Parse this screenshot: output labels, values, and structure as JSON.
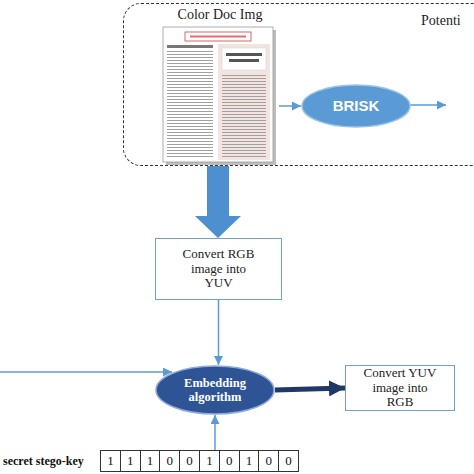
{
  "diagram": {
    "nodes": [
      {
        "text": [
          "Potenti"
        ]
      },
      {
        "text": [
          "Color Doc Img"
        ],
        "in": 0
      },
      {
        "text": [
          "BRISK"
        ],
        "in": 0
      },
      {
        "text": [
          "Convert RGB image into YUV"
        ]
      },
      {
        "text": [
          "Embedding algorithm"
        ]
      },
      {
        "text": [
          "Convert YUV image into RGB"
        ]
      },
      {
        "text": [
          "secret stego-key"
        ]
      },
      {
        "text": [
          "1"
        ],
        "in": 6
      },
      {
        "text": [
          "1"
        ],
        "in": 6
      },
      {
        "text": [
          "1"
        ],
        "in": 6
      },
      {
        "text": [
          "0"
        ],
        "in": 6
      },
      {
        "text": [
          "0"
        ],
        "in": 6
      },
      {
        "text": [
          "1"
        ],
        "in": 6
      },
      {
        "text": [
          "0"
        ],
        "in": 6
      },
      {
        "text": [
          "1"
        ],
        "in": 6
      },
      {
        "text": [
          "0"
        ],
        "in": 6
      },
      {
        "text": [
          "0"
        ],
        "in": 6
      }
    ],
    "edges": [
      {
        "from": 1,
        "to": 2,
        "arrow": "to"
      },
      {
        "from": 0,
        "to": 3,
        "arrow": "to"
      },
      {
        "from": 3,
        "to": 4,
        "arrow": "to"
      },
      {
        "from": 4,
        "to": 5,
        "arrow": "to"
      },
      {
        "from": 6,
        "to": 4,
        "arrow": "to"
      }
    ]
  }
}
